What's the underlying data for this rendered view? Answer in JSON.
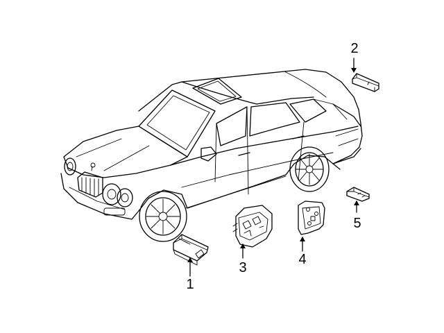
{
  "diagram": {
    "callouts": [
      {
        "id": "1",
        "label": "1",
        "part": "control-module-under-car"
      },
      {
        "id": "2",
        "label": "2",
        "part": "antenna-module-rear"
      },
      {
        "id": "3",
        "label": "3",
        "part": "control-module-center"
      },
      {
        "id": "4",
        "label": "4",
        "part": "mounting-bracket"
      },
      {
        "id": "5",
        "label": "5",
        "part": "small-sensor-module"
      }
    ]
  }
}
